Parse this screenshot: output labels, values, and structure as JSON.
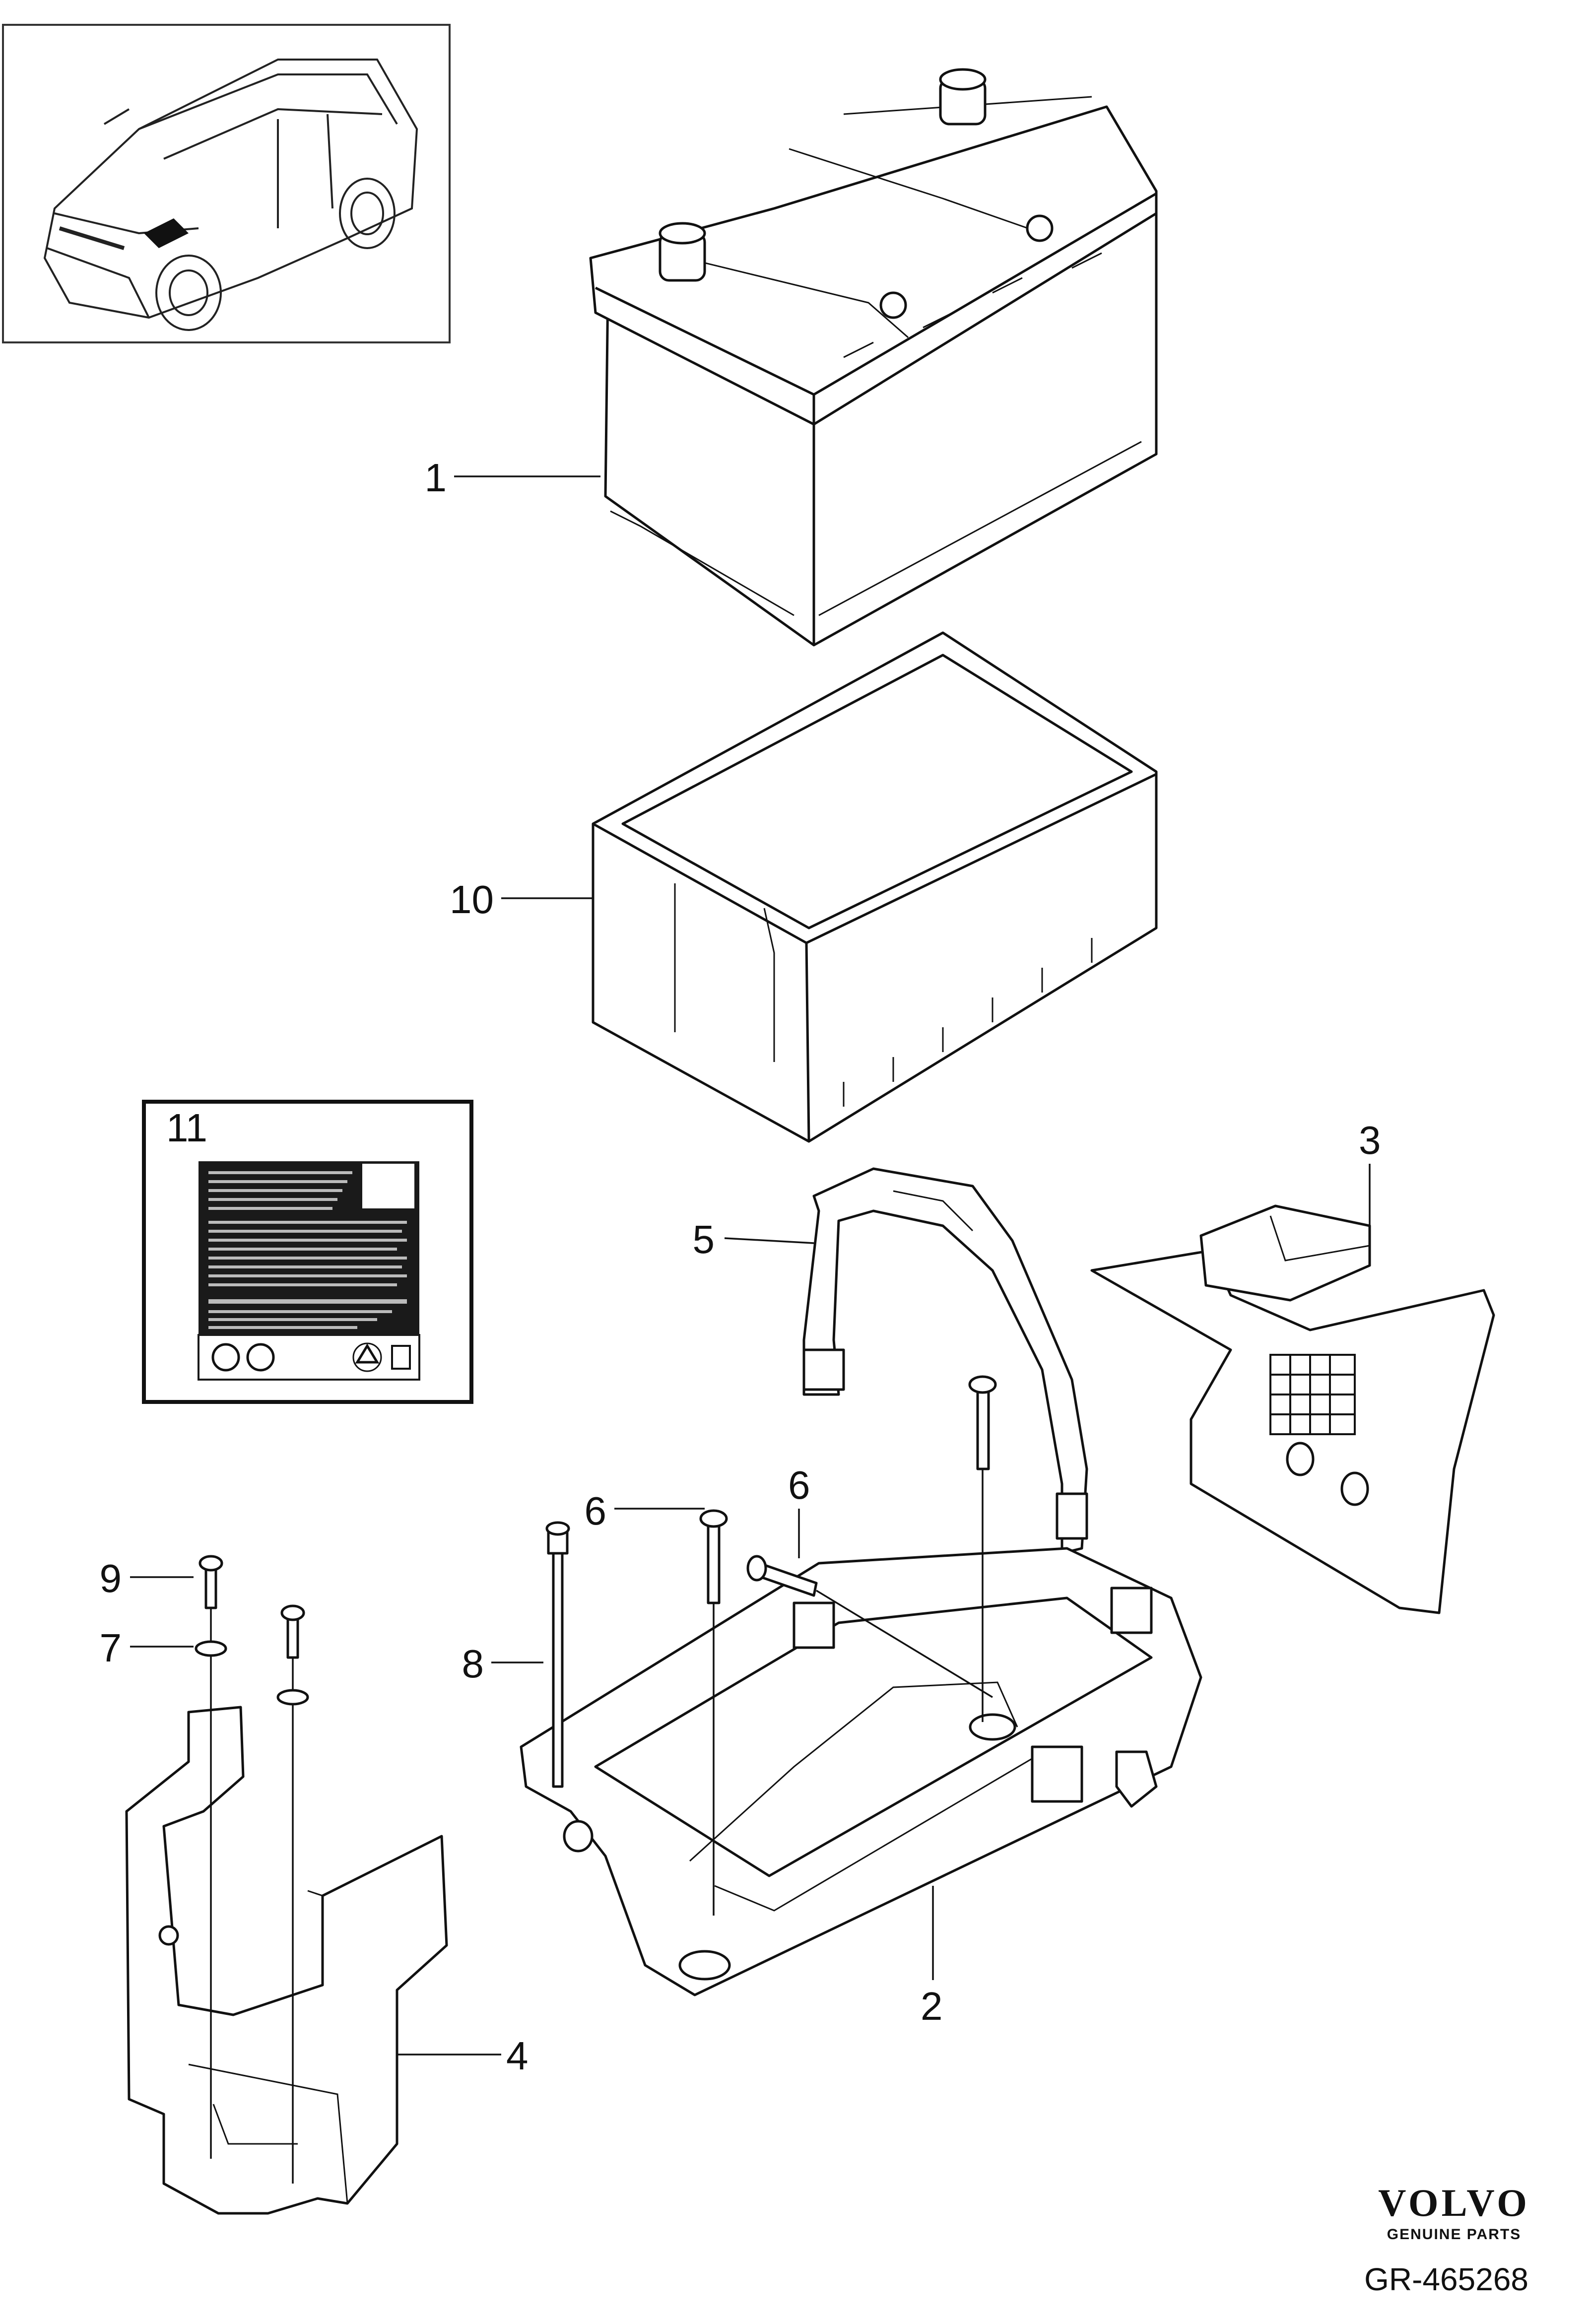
{
  "callouts": [
    {
      "number": "1"
    },
    {
      "number": "10"
    },
    {
      "number": "11"
    },
    {
      "number": "3"
    },
    {
      "number": "5"
    },
    {
      "number": "6"
    },
    {
      "number": "6"
    },
    {
      "number": "9"
    },
    {
      "number": "7"
    },
    {
      "number": "8"
    },
    {
      "number": "2"
    },
    {
      "number": "4"
    }
  ],
  "brand": {
    "name": "VOLVO",
    "tagline": "GENUINE PARTS"
  },
  "reference": "GR-465268",
  "icons": [
    "vehicle-locator-icon",
    "recycle-icon",
    "disposal-icon"
  ]
}
